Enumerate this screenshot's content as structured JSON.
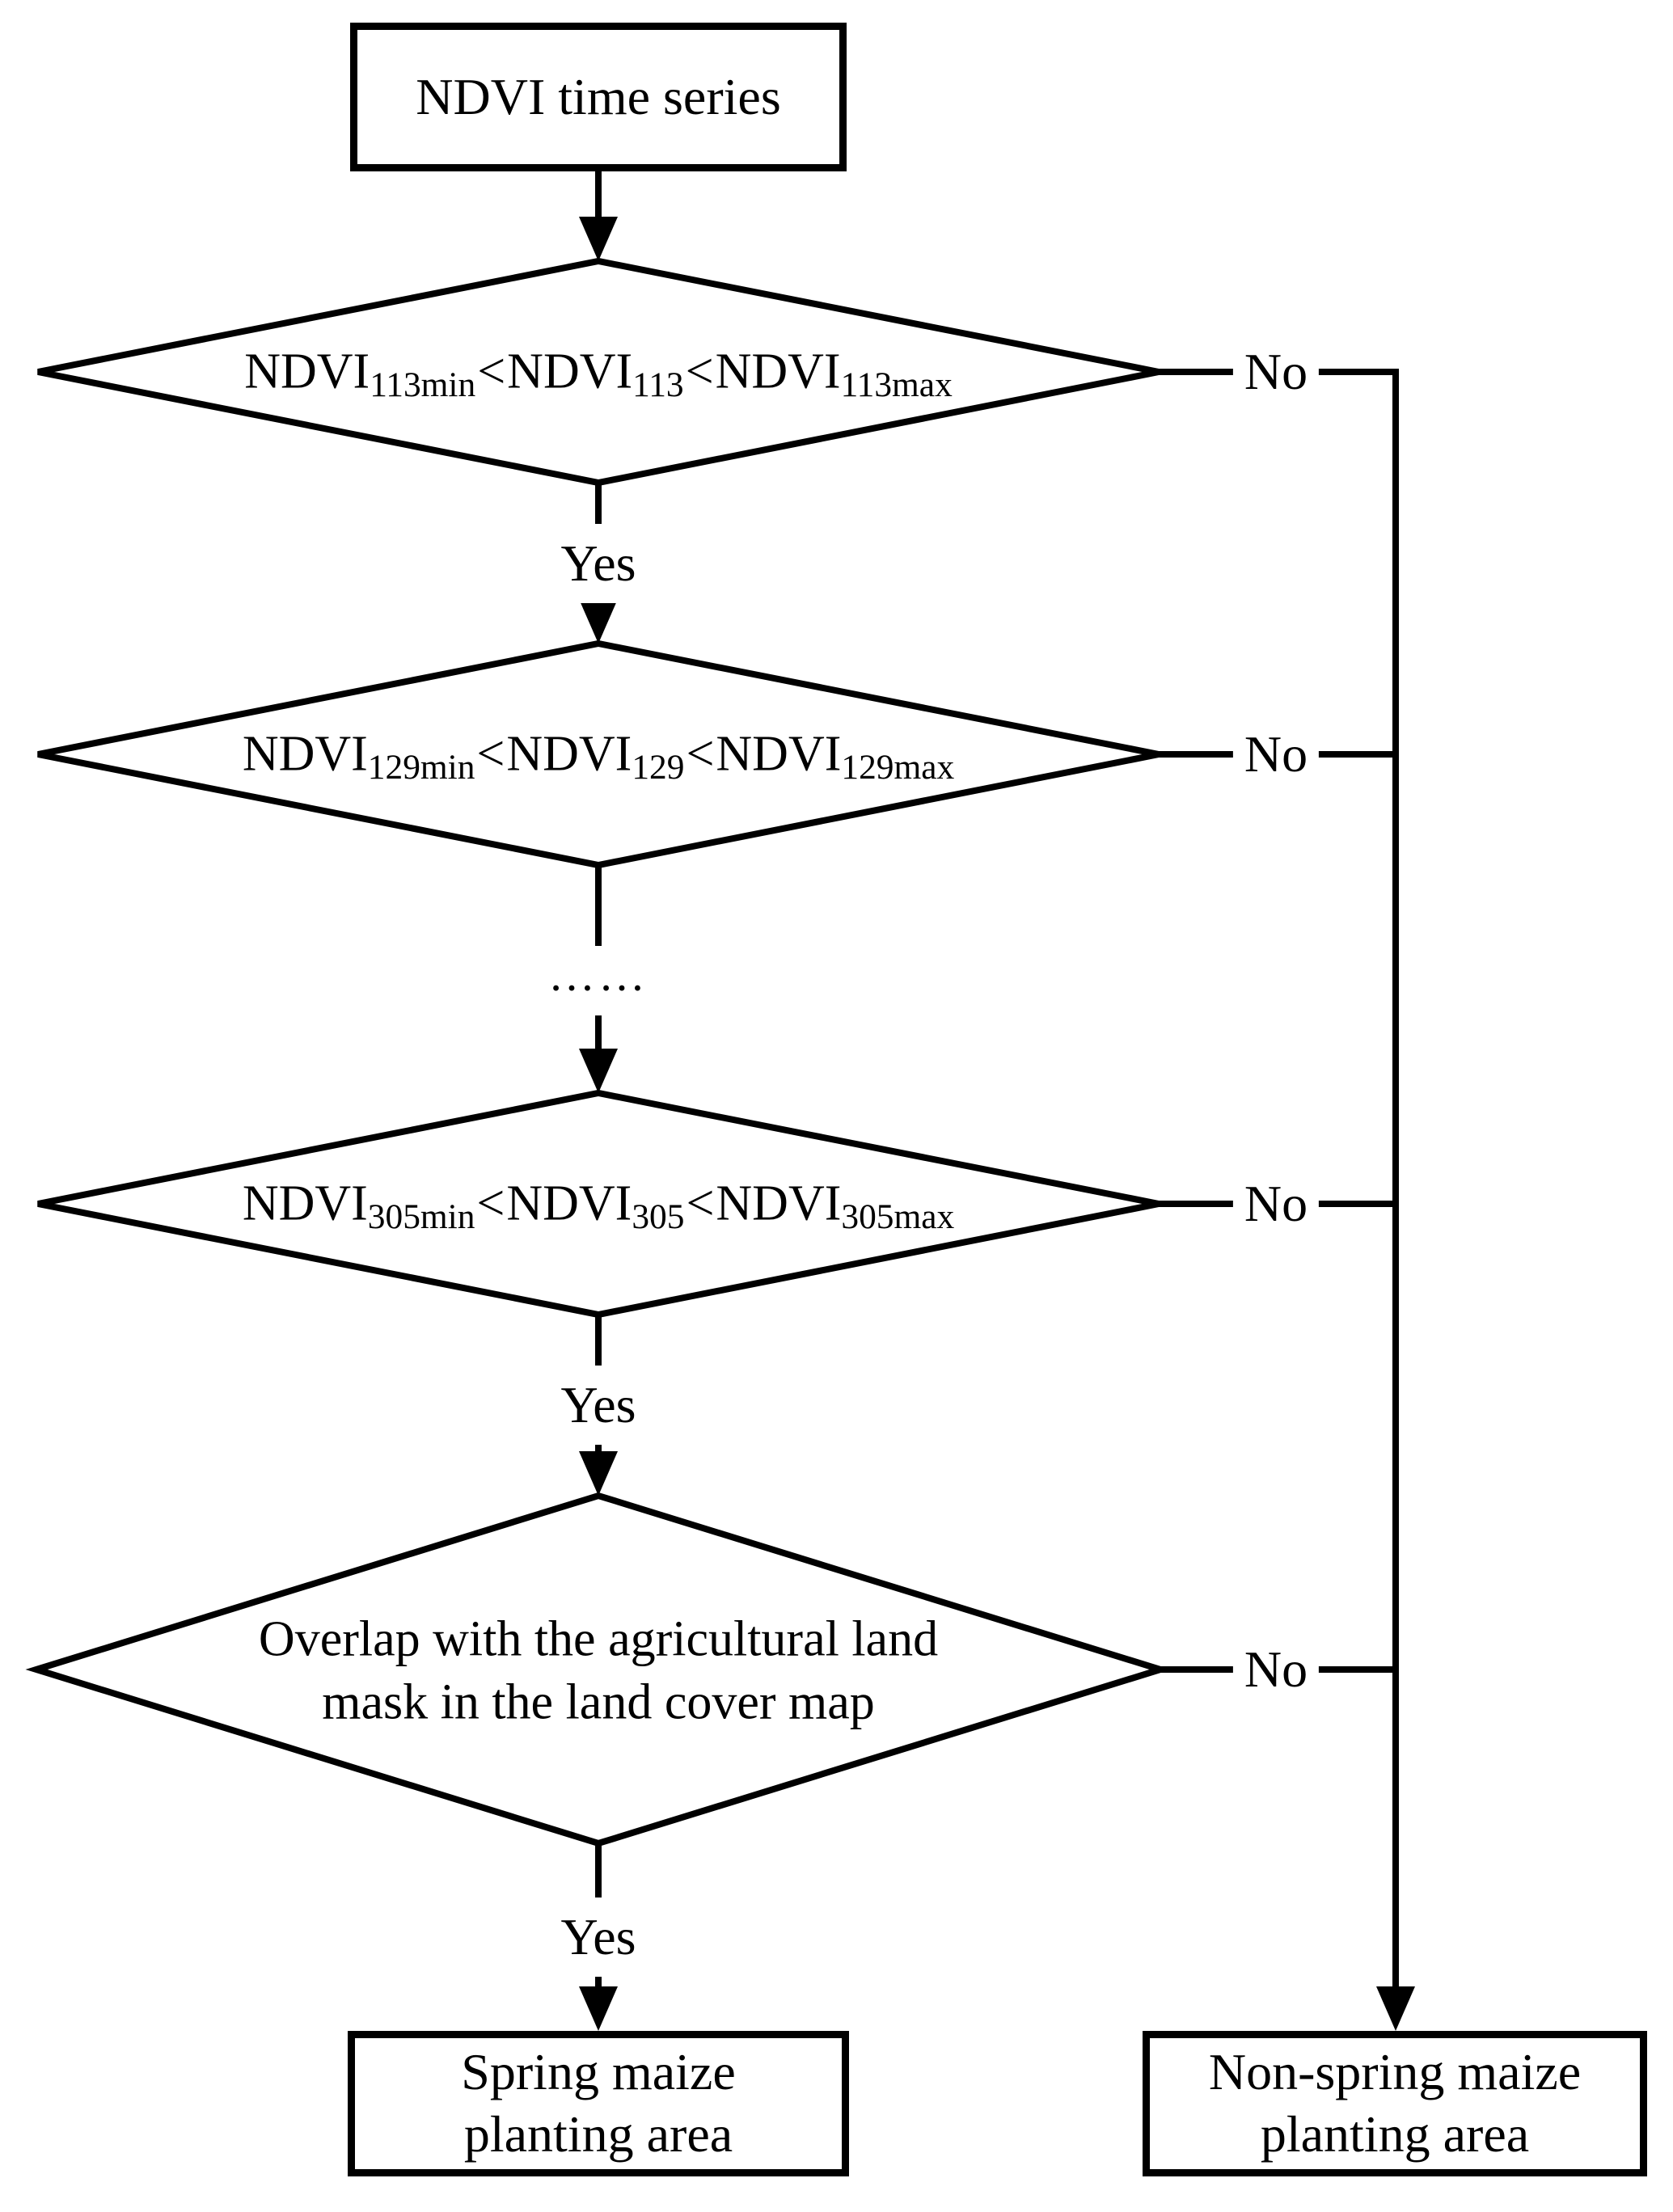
{
  "figure": {
    "type": "flowchart",
    "background_color": "#ffffff",
    "line_color": "#000000",
    "start_box": {
      "label": "NDVI time series"
    },
    "decisions": [
      {
        "base1": "NDVI",
        "sub1": "113min",
        "op1": "<",
        "base2": "NDVI",
        "sub2": "113",
        "op2": "<",
        "base3": "NDVI",
        "sub3": "113max"
      },
      {
        "base1": "NDVI",
        "sub1": "129min",
        "op1": "<",
        "base2": "NDVI",
        "sub2": "129",
        "op2": "<",
        "base3": "NDVI",
        "sub3": "129max"
      },
      {
        "base1": "NDVI",
        "sub1": "305min",
        "op1": "<",
        "base2": "NDVI",
        "sub2": "305",
        "op2": "<",
        "base3": "NDVI",
        "sub3": "305max"
      },
      {
        "line1": "Overlap with the agricultural land",
        "line2": "mask in the land cover map"
      }
    ],
    "edge_labels": {
      "yes": "Yes",
      "no": "No",
      "ellipsis": "……"
    },
    "outcome_boxes": {
      "spring": {
        "line1": "Spring maize",
        "line2": "planting area"
      },
      "non_spring": {
        "line1": "Non-spring maize",
        "line2": "planting area"
      }
    }
  }
}
